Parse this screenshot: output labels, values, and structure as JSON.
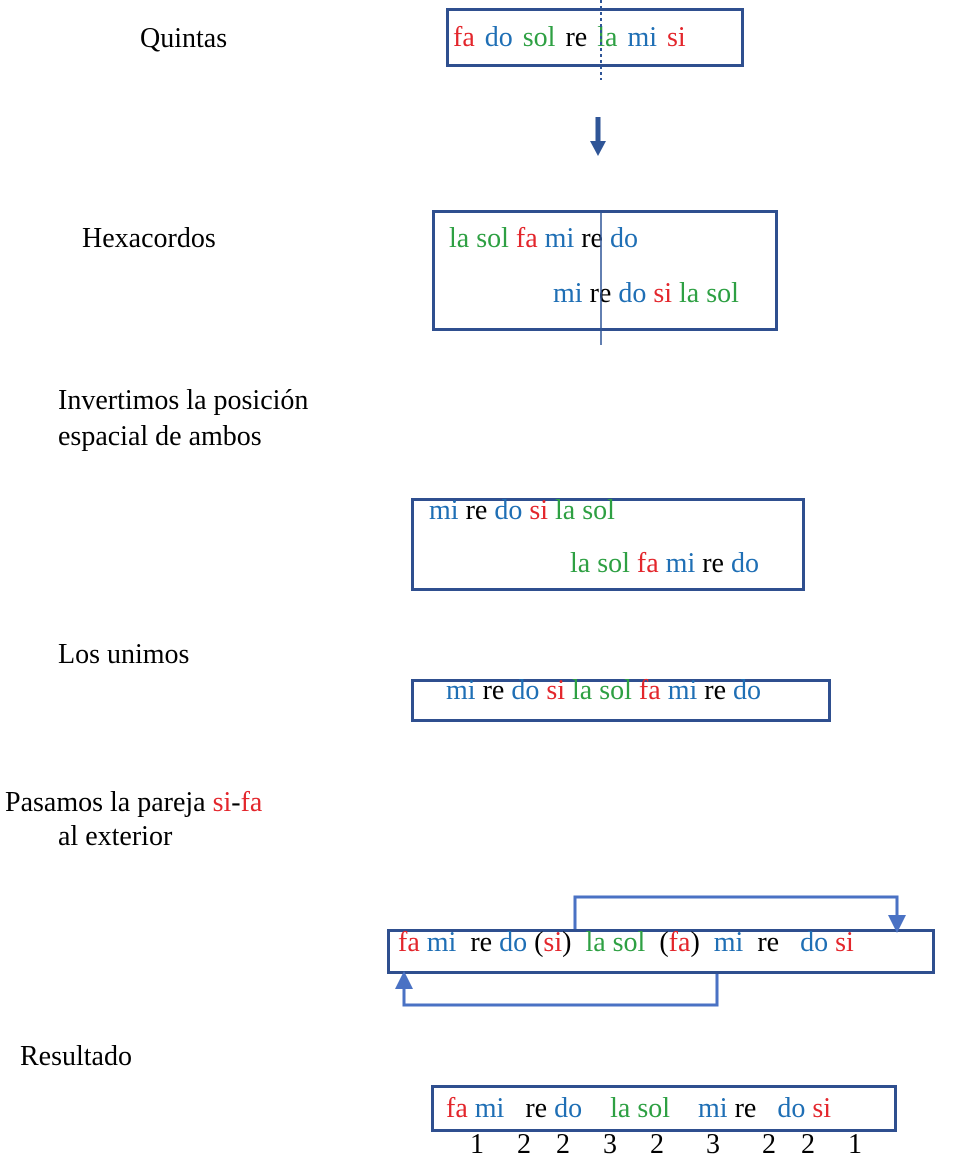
{
  "labels": {
    "quintas": "Quintas",
    "hexacordos": "Hexacordos",
    "invertimos_1": "Invertimos la posición",
    "invertimos_2": "espacial de ambos",
    "unimos": "Los unimos",
    "pasamos_prefix": "Pasamos la pareja ",
    "pasamos_si": "si",
    "pasamos_dash": "-",
    "pasamos_fa": "fa",
    "pasamos_2": "al exterior",
    "resultado": "Resultado"
  },
  "colors": {
    "red": "#e3262c",
    "green": "#2ea043",
    "blue": "#1f6fb5",
    "box": "#2f4f8f"
  },
  "quintas": [
    "fa",
    "do",
    "sol",
    "re",
    "la",
    "mi",
    "si"
  ],
  "hexacordo_1": [
    "la",
    "sol",
    "fa",
    "mi",
    "re",
    "do"
  ],
  "hexacordo_2": [
    "mi",
    "re",
    "do",
    "si",
    "la",
    "sol"
  ],
  "invertido_1": [
    "mi",
    "re",
    "do",
    "si",
    "la",
    "sol"
  ],
  "invertido_2": [
    "la",
    "sol",
    "fa",
    "mi",
    "re",
    "do"
  ],
  "unidos": [
    "mi",
    "re",
    "do",
    "si",
    "la",
    "sol",
    "fa",
    "mi",
    "re",
    "do"
  ],
  "exterior": [
    "fa",
    "mi",
    "re",
    "do",
    "(",
    "si",
    ")",
    "la",
    "sol",
    "(",
    "fa",
    ")",
    "mi",
    "re",
    "do",
    "si"
  ],
  "resultado": [
    "fa",
    "mi",
    "re",
    "do",
    "la",
    "sol",
    "mi",
    "re",
    "do",
    "si"
  ],
  "intervalos": [
    "1",
    "2",
    "2",
    "3",
    "2",
    "3",
    "2",
    "2",
    "1"
  ]
}
